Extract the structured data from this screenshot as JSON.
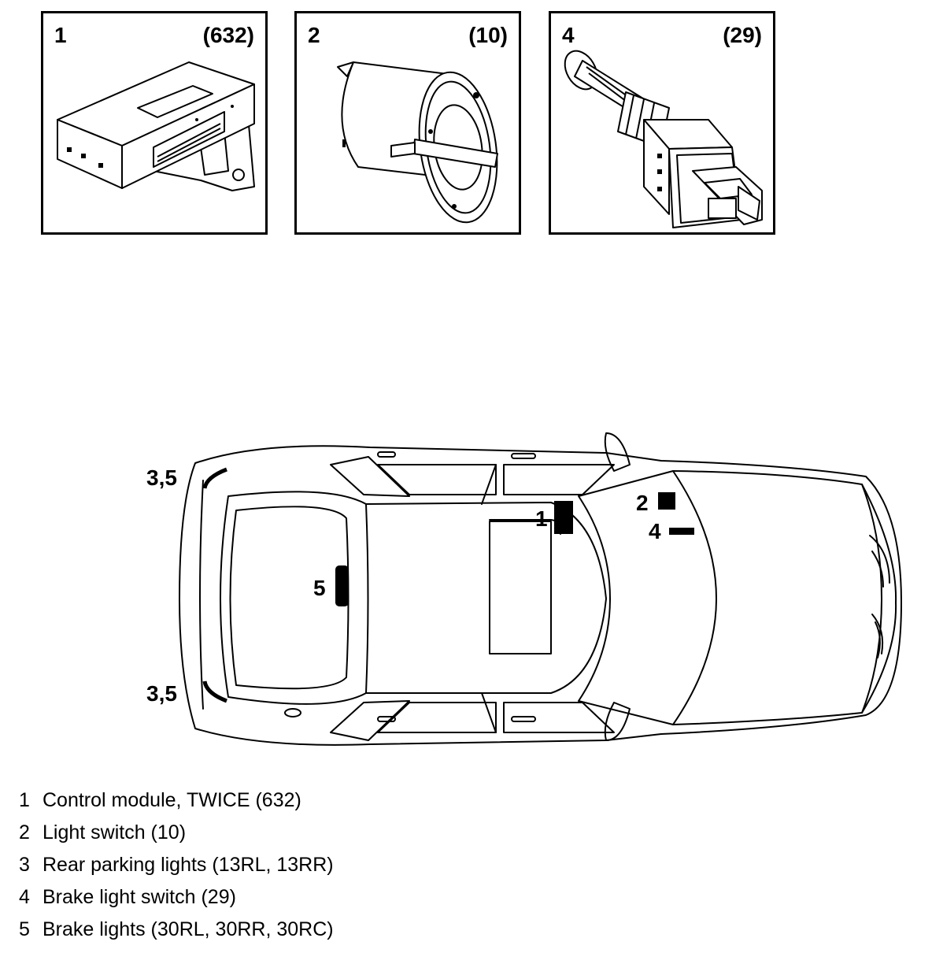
{
  "panels": [
    {
      "number": "1",
      "code": "(632)",
      "icon": "control-module-icon"
    },
    {
      "number": "2",
      "code": "(10)",
      "icon": "light-switch-icon"
    },
    {
      "number": "4",
      "code": "(29)",
      "icon": "brake-light-switch-icon"
    }
  ],
  "car_markers": {
    "m1": "1",
    "m2": "2",
    "m4": "4",
    "m5": "5",
    "m35_top": "3,5",
    "m35_bottom": "3,5"
  },
  "legend": [
    {
      "num": "1",
      "text": "Control module, TWICE (632)"
    },
    {
      "num": "2",
      "text": "Light switch (10)"
    },
    {
      "num": "3",
      "text": "Rear parking lights (13RL, 13RR)"
    },
    {
      "num": "4",
      "text": "Brake light switch (29)"
    },
    {
      "num": "5",
      "text": "Brake lights (30RL, 30RR, 30RC)"
    }
  ]
}
